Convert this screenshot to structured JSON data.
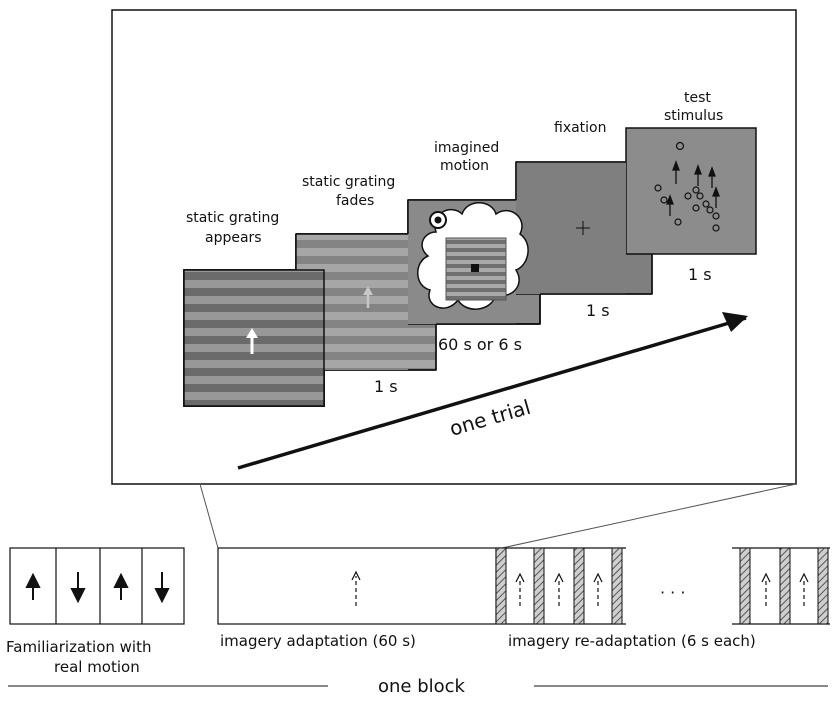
{
  "trial_panel": {
    "stages": {
      "grating_appears_l1": "static grating",
      "grating_appears_l2": "appears",
      "grating_fades_l1": "static grating",
      "grating_fades_l2": "fades",
      "fade_duration": "1 s",
      "imagined_l1": "imagined",
      "imagined_l2": "motion",
      "imagined_duration": "60 s or 6 s",
      "fixation": "fixation",
      "fixation_duration": "1 s",
      "test_l1": "test",
      "test_l2": "stimulus",
      "test_duration": "1 s"
    },
    "trial_label": "one trial"
  },
  "block": {
    "familiarization_l1": "Familiarization with",
    "familiarization_l2": "real motion",
    "adaptation_label": "imagery adaptation (60 s)",
    "readaptation_label": "imagery re-adaptation (6 s each)",
    "ellipsis": "· · ·",
    "block_label": "one block"
  },
  "colors": {
    "grating_dark": "#6e6e6e",
    "grating_light": "#9a9a9a",
    "fixation_gray": "#808080",
    "test_gray": "#8c8c8c",
    "frame": "#111111"
  }
}
